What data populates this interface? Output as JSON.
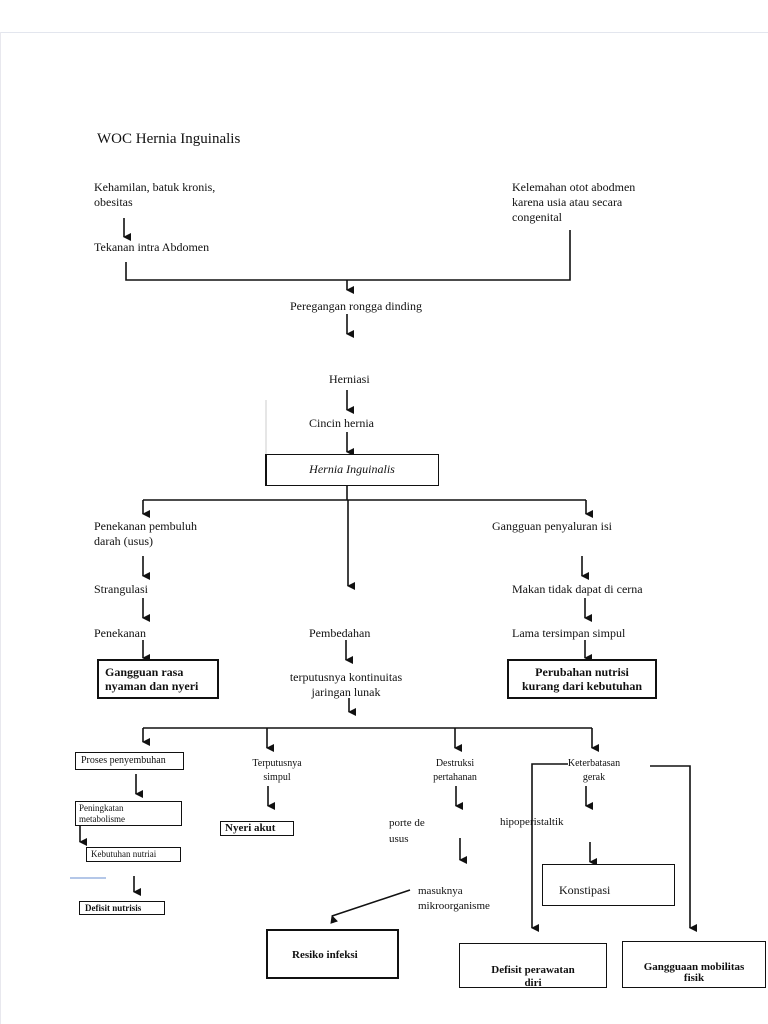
{
  "title": "WOC Hernia Inguinalis",
  "nodes": {
    "kehamilan": "Kehamilan, batuk kronis,\nobesitas",
    "tekanan": "Tekanan intra Abdomen",
    "kelemahan": "Kelemahan otot abodmen\nkarena usia atau secara\ncongenital",
    "peregangan": "Peregangan rongga dinding",
    "herniasi": "Herniasi",
    "cincin": "Cincin hernia",
    "hernia": "Hernia Inguinalis",
    "penekanan_pembuluh": "Penekanan pembuluh\ndarah (usus)",
    "strangulasi": "Strangulasi",
    "penekanan": "Penekanan",
    "gangguan_rasa": "Gangguan rasa\nnyaman dan nyeri",
    "pembedahan": "Pembedahan",
    "terputusnya_kontinuitas": "terputusnya kontinuitas\njaringan lunak",
    "gangguan_penyaluran": "Gangguan penyaluran isi",
    "makan": "Makan tidak dapat di cerna",
    "lama": "Lama tersimpan simpul",
    "perubahan_nutrisi": "Perubahan nutrisi\nkurang dari kebutuhan",
    "proses": "Proses penyembuhan",
    "peningkatan": "Peningkatan\nmetabolisme",
    "kebutuhan": "Kebutuhan nutriai",
    "defisit_nutrisis": "Defisit nutrisis",
    "terputusnya_simpul": "Terputusnya\nsimpul",
    "nyeri_akut": "Nyeri akut",
    "destruksi": "Destruksi\npertahanan",
    "porte": "porte de\nusus",
    "masuknya": "masuknya\nmikroorganisme",
    "resiko": "Resiko infeksi",
    "keterbatasan": "Keterbatasan\ngerak",
    "hipoperistaltik": "hipoperistaltik",
    "konstipasi": "Konstipasi",
    "defisit_perawatan": "Defisit perawatan\ndiri",
    "gangguan_mobilitas": "Gangguaan mobilitas\nfisik"
  }
}
